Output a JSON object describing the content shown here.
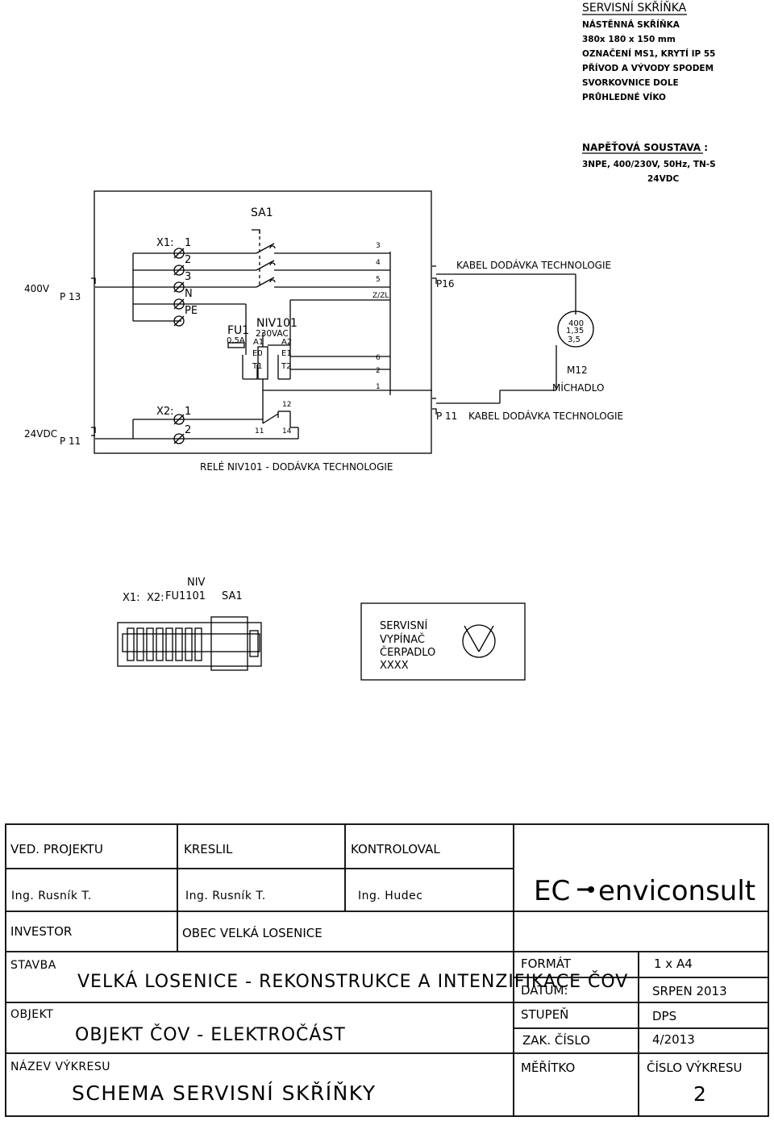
{
  "header": {
    "title": "SERVISNÍ SKŘÍŇKA",
    "lines": [
      "NÁSTĚNNÁ SKŘÍŇKA",
      "380x 180 x 150 mm",
      "OZNAČENÍ MS1, KRYTÍ IP 55",
      "PŘÍVOD A VÝVODY SPODEM",
      "SVORKOVNICE DOLE",
      "PRŮHLEDNÉ VÍKO"
    ],
    "voltage_title": "NAPĚŤOVÁ SOUSTAVA :",
    "voltage_line1": "3NPE, 400/230V, 50Hz, TN-S",
    "voltage_line2": "24VDC"
  },
  "schematic": {
    "sa1": "SA1",
    "x1": "X1:",
    "x1_terms": [
      "1",
      "2",
      "3",
      "N",
      "PE"
    ],
    "x2": "X2:",
    "x2_terms": [
      "1",
      "2"
    ],
    "v400": "400V",
    "p13": "P 13",
    "v24": "24VDC",
    "p11_left": "P 11",
    "fu1": "FU1",
    "fu1_rating": "0,5A",
    "niv": "NIV101",
    "niv_voltage": "230VAC",
    "a1": "A1",
    "a2": "A2",
    "e0": "E0",
    "e1": "E1",
    "t1": "T1",
    "t2": "T2",
    "c11": "11",
    "c12": "12",
    "c14": "14",
    "right_terms": [
      "3",
      "4",
      "5",
      "Z/ZL",
      "6",
      "2",
      "1"
    ],
    "p16": "P16",
    "p11_right": "P 11",
    "cable_top": "KABEL DODÁVKA TECHNOLOGIE",
    "cable_bottom": "KABEL DODÁVKA TECHNOLOGIE",
    "motor_values": [
      "400",
      "1,35",
      "3,5"
    ],
    "m12": "M12",
    "michadlo": "MÍCHADLO",
    "rele_note": "RELÉ NIV101 - DODÁVKA TECHNOLOGIE"
  },
  "layout_view": {
    "niv": "NIV",
    "x1": "X1:",
    "x2": "X2:",
    "fu": "FU1101",
    "sa1": "SA1",
    "panel_lines": [
      "SERVISNÍ",
      "VYPÍNAČ",
      "ČERPADLO",
      "XXXX"
    ]
  },
  "title_block": {
    "ved_label": "VED. PROJEKTU",
    "kreslil_label": "KRESLIL",
    "kontroloval_label": "KONTROLOVAL",
    "ved_name": "Ing. Rusník T.",
    "kreslil_name": "Ing. Rusník T.",
    "kontroloval_name": "Ing. Hudec",
    "logo_ec": "EC",
    "logo_text": "enviconsult",
    "investor_label": "INVESTOR",
    "investor_value": "OBEC VELKÁ LOSENICE",
    "stavba_label": "STAVBA",
    "stavba_value": "VELKÁ LOSENICE - REKONSTRUKCE A INTENZIFIKACE ČOV",
    "objekt_label": "OBJEKT",
    "objekt_value": "OBJEKT ČOV - ELEKTROČÁST",
    "nazev_label": "NÁZEV VÝKRESU",
    "nazev_value": "SCHEMA SERVISNÍ SKŘÍŇKY",
    "format_label": "FORMÁT",
    "format_value": "1 x A4",
    "datum_label": "DATUM:",
    "datum_value": "SRPEN 2013",
    "stupen_label": "STUPEŇ",
    "stupen_value": "DPS",
    "zak_label": "ZAK. ČÍSLO",
    "zak_value": "4/2013",
    "meritko_label": "MĚŘÍTKO",
    "cislo_label": "ČÍSLO VÝKRESU",
    "cislo_value": "2"
  }
}
